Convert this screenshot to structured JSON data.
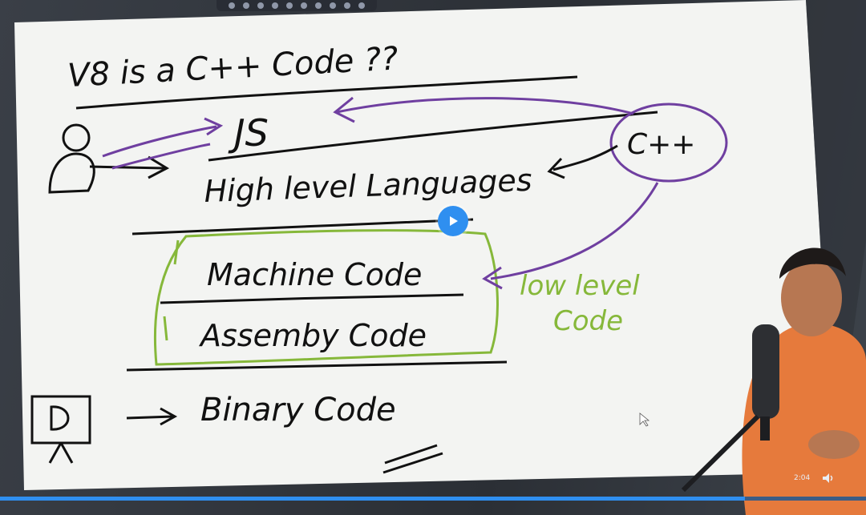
{
  "toolbar": {
    "tools": [
      "pen-icon",
      "highlighter-icon",
      "eraser-icon",
      "lasso-icon",
      "shapes-icon",
      "text-icon",
      "eye-icon",
      "camera-icon",
      "record-icon",
      "layers-icon"
    ]
  },
  "board": {
    "title_line": "V8 is a C++ Code ??",
    "js_label": "JS",
    "cpp_label": "C++",
    "high_level": "High level Languages",
    "machine_code": "Machine Code",
    "assembly_code": "Assemby Code",
    "low_level_line1": "low level",
    "low_level_line2": "Code",
    "binary_code": "Binary Code"
  },
  "colors": {
    "ink": "#111111",
    "purple": "#6f3fa0",
    "green": "#86b83a",
    "accent": "#2f8ff0"
  },
  "player": {
    "time": "2:04",
    "progress": 0.86
  }
}
